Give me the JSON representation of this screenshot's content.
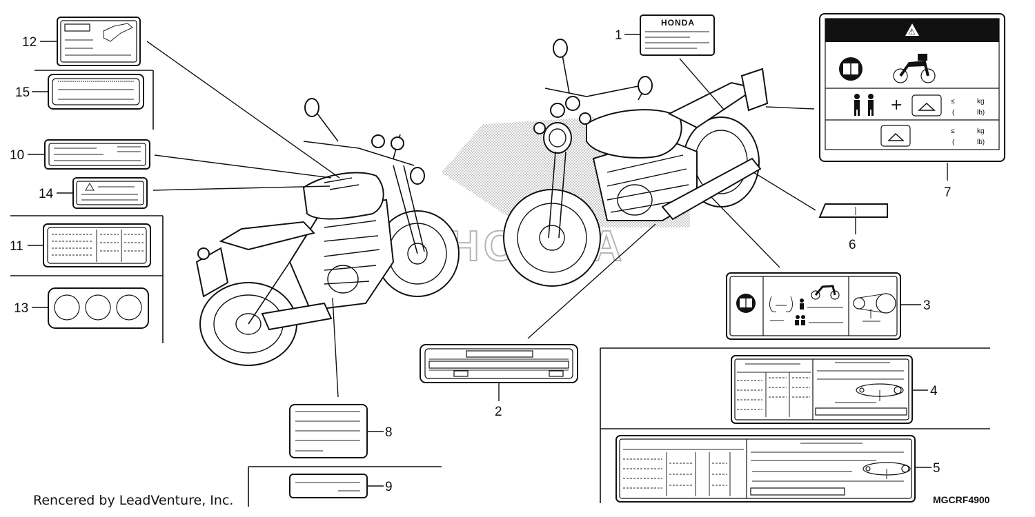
{
  "diagram": {
    "title": "",
    "callouts": [
      {
        "id": "1",
        "text": "1"
      },
      {
        "id": "2",
        "text": "2"
      },
      {
        "id": "3",
        "text": "3"
      },
      {
        "id": "4",
        "text": "4"
      },
      {
        "id": "5",
        "text": "5"
      },
      {
        "id": "6",
        "text": "6"
      },
      {
        "id": "7",
        "text": "7"
      },
      {
        "id": "8",
        "text": "8"
      },
      {
        "id": "9",
        "text": "9"
      },
      {
        "id": "10",
        "text": "10"
      },
      {
        "id": "11",
        "text": "11"
      },
      {
        "id": "12",
        "text": "12"
      },
      {
        "id": "13",
        "text": "13"
      },
      {
        "id": "14",
        "text": "14"
      },
      {
        "id": "15",
        "text": "15"
      }
    ],
    "label_1_brand": "HONDA",
    "watermark_text": "HONDA",
    "label_7": {
      "warning_symbol": "⚠",
      "plus_sign": "+",
      "row1": {
        "le": "≤",
        "kg": "kg",
        "paren": "(",
        "lb": "lb)"
      },
      "row2": {
        "le": "≤",
        "kg": "kg",
        "paren": "(",
        "lb": "lb)"
      }
    },
    "footer_credit": "Rencered by LeadVenture, Inc.",
    "drawing_code": "MGCRF4900"
  },
  "icons": {
    "warning": "warning-triangle-icon",
    "manual": "owners-manual-icon",
    "riders": "two-riders-icon",
    "cargo": "cargo-bag-icon",
    "motorcycle": "motorcycle-icon"
  }
}
